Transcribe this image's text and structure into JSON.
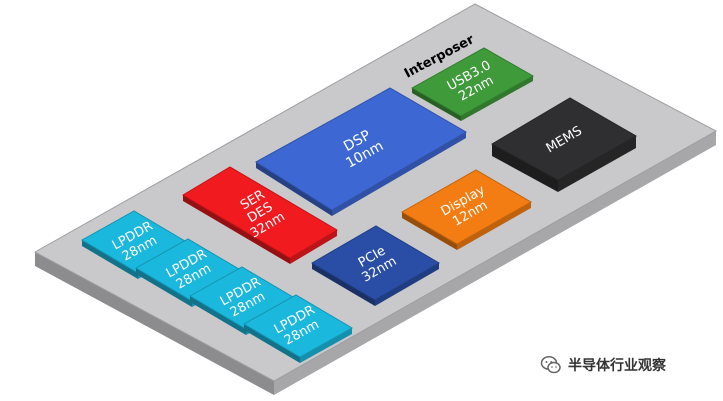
{
  "board": {
    "label": "Interposer"
  },
  "chips": [
    {
      "id": "usb",
      "lines": [
        "USB3.0",
        "22nm"
      ],
      "color": "#3f9a3a",
      "text_color": "#ffffff"
    },
    {
      "id": "dsp",
      "lines": [
        "DSP",
        "10nm"
      ],
      "color": "#3d68d4",
      "text_color": "#ffffff"
    },
    {
      "id": "mems",
      "lines": [
        "MEMS"
      ],
      "color": "#2f2f31",
      "text_color": "#ffffff"
    },
    {
      "id": "serdes",
      "lines": [
        "SER",
        "DES",
        "32nm"
      ],
      "color": "#f11a1f",
      "text_color": "#ffffff"
    },
    {
      "id": "display",
      "lines": [
        "Display",
        "12nm"
      ],
      "color": "#f37d12",
      "text_color": "#ffffff"
    },
    {
      "id": "pcie",
      "lines": [
        "PCIe",
        "32nm"
      ],
      "color": "#2a4ea6",
      "text_color": "#ffffff"
    },
    {
      "id": "lpddr1",
      "lines": [
        "LPDDR",
        "28nm"
      ],
      "color": "#1bb8dd",
      "text_color": "#ffffff"
    },
    {
      "id": "lpddr2",
      "lines": [
        "LPDDR",
        "28nm"
      ],
      "color": "#1bb8dd",
      "text_color": "#ffffff"
    },
    {
      "id": "lpddr3",
      "lines": [
        "LPDDR",
        "28nm"
      ],
      "color": "#1bb8dd",
      "text_color": "#ffffff"
    },
    {
      "id": "lpddr4",
      "lines": [
        "LPDDR",
        "28nm"
      ],
      "color": "#1bb8dd",
      "text_color": "#ffffff"
    }
  ],
  "watermark": {
    "text": "半导体行业观察",
    "icon": "wechat-icon"
  }
}
